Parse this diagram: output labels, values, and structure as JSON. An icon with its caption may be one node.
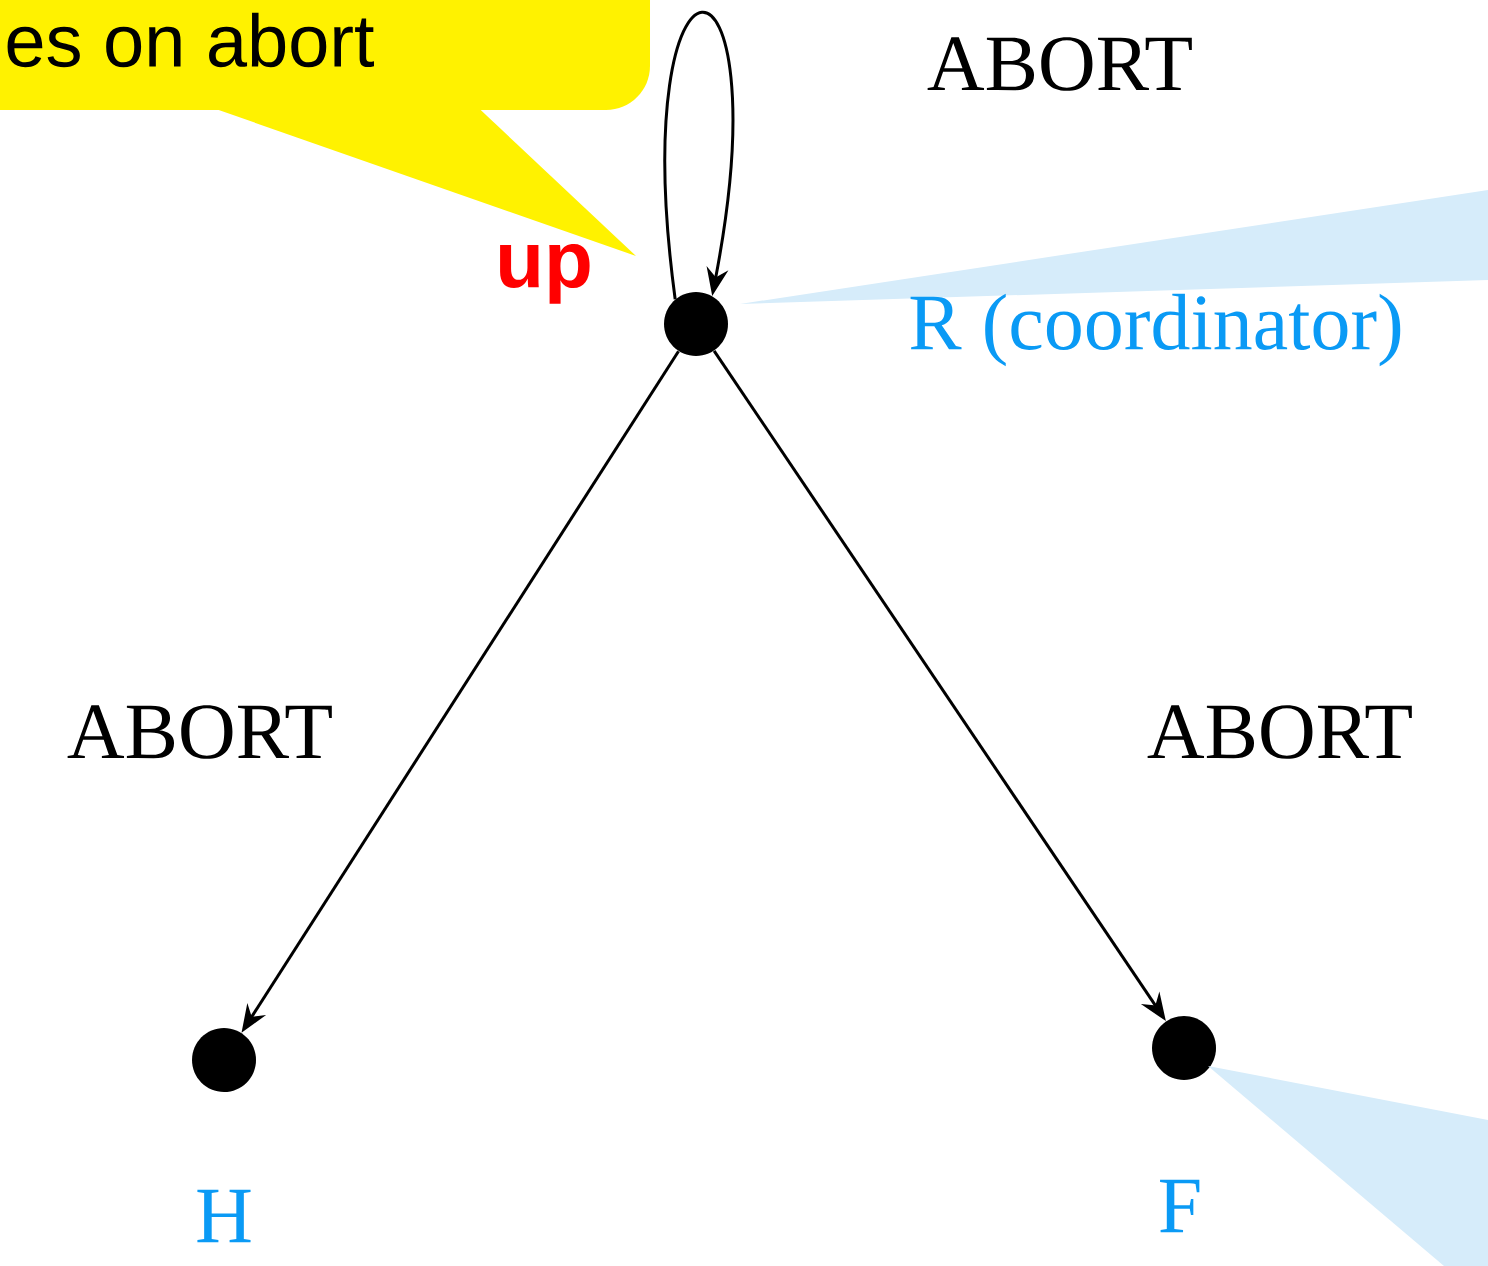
{
  "diagram": {
    "nodes": [
      {
        "text": [
          "es on abort"
        ]
      },
      {
        "text": [],
        "shape": "circle"
      },
      {
        "text": [],
        "shape": "circle",
        "beside": [
          "H"
        ]
      },
      {
        "text": [],
        "shape": "circle"
      },
      {
        "text": [],
        "shape": "wedge",
        "beside": [
          "R (coordinator)"
        ]
      },
      {
        "text": [],
        "shape": "wedge"
      }
    ],
    "edges": [
      {
        "from": 1,
        "to": 1,
        "arrow": "to",
        "label": "ABORT"
      },
      {
        "from": 1,
        "to": 2,
        "arrow": "to",
        "label": "ABORT"
      },
      {
        "from": 1,
        "to": 3,
        "arrow": "to",
        "label": "ABORT"
      }
    ],
    "labels": [
      "up",
      "F"
    ]
  }
}
